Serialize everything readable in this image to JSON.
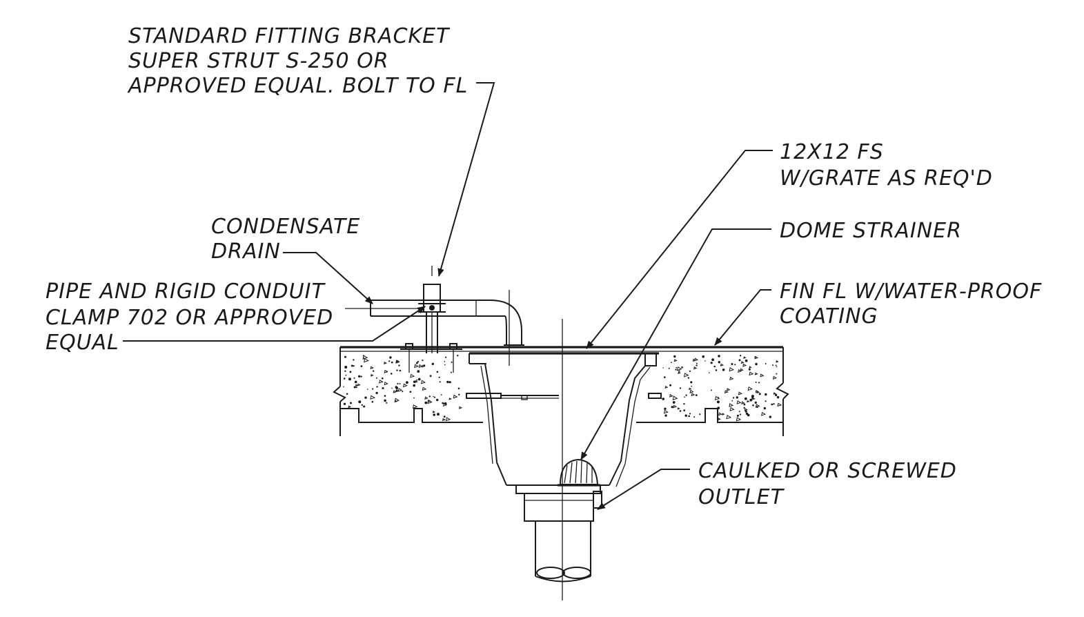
{
  "labels": {
    "bracket_line1": "STANDARD FITTING BRACKET",
    "bracket_line2": "SUPER STRUT S-250 OR",
    "bracket_line3": "APPROVED EQUAL. BOLT TO FL",
    "fs_line1": "12X12 FS",
    "fs_line2": "W/GRATE AS REQ'D",
    "condensate_line1": "CONDENSATE",
    "condensate_line2": "DRAIN",
    "dome_strainer": "DOME STRAINER",
    "pipe_clamp_line1": "PIPE AND RIGID CONDUIT",
    "pipe_clamp_line2": "CLAMP 702 OR APPROVED",
    "pipe_clamp_line3": "EQUAL",
    "fin_fl_line1": "FIN FL W/WATER-PROOF",
    "fin_fl_line2": "COATING",
    "outlet_line1": "CAULKED OR SCREWED",
    "outlet_line2": "OUTLET"
  },
  "colors": {
    "ink": "#1a1a1a",
    "paper": "#ffffff"
  }
}
